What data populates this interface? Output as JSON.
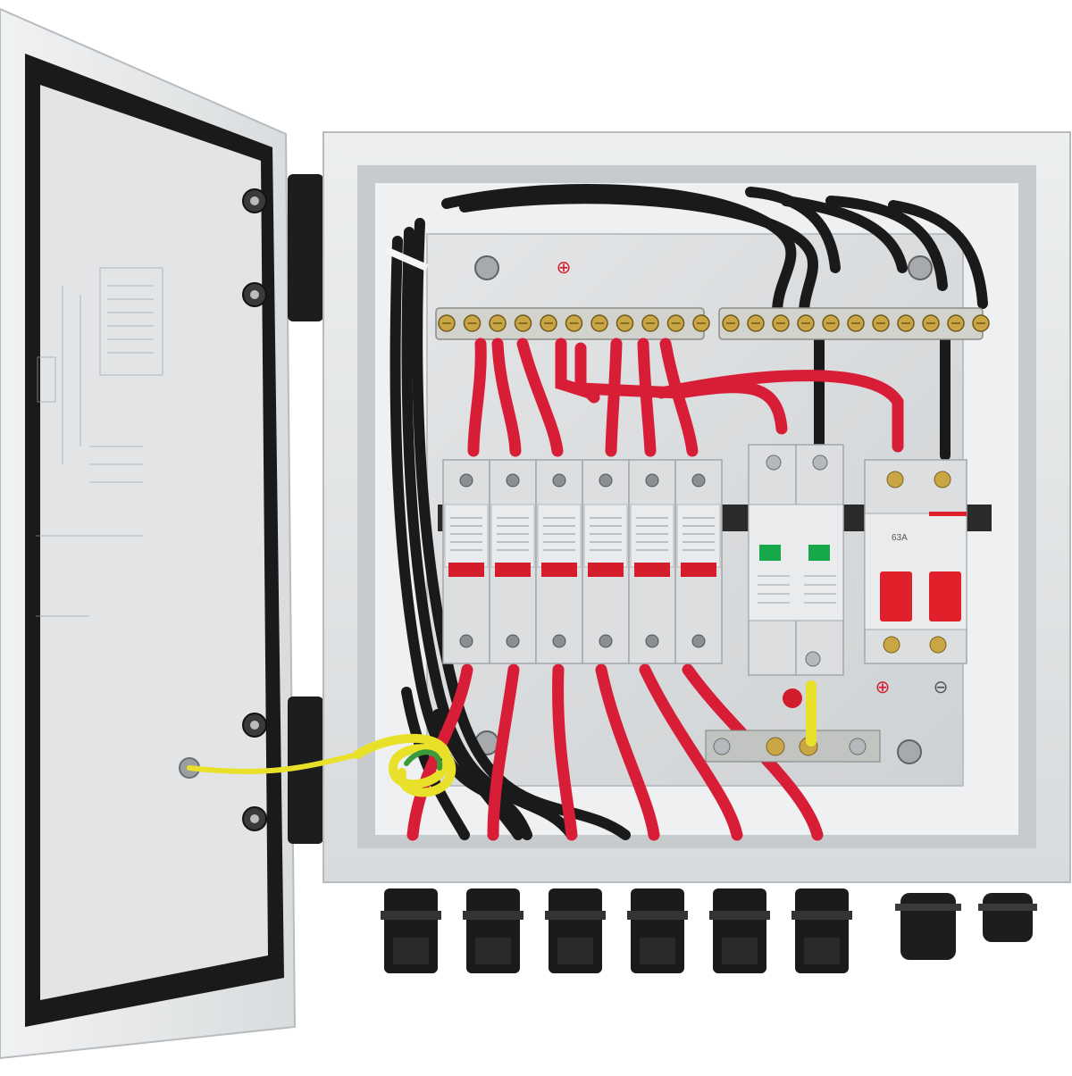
{
  "scene": {
    "colors": {
      "enclosure": "#e7e9ea",
      "enclosure_shade": "#c9ccce",
      "backplate": "#d7dadc",
      "door_panel": "#dfe1e3",
      "gasket": "#1c1c1c",
      "red_wire": "#d81e37",
      "black_cable": "#1a1a1a",
      "earth_wire": "#e9e02a",
      "earth_stripe": "#3c9a3a",
      "module": "#dcdee0",
      "fuse_window": "#d41c2b",
      "spd_window": "#17a84a",
      "breaker": "#e0212c",
      "brass": "#c9a544"
    },
    "fuse_holders": [
      {
        "label": "fuse-holder-1"
      },
      {
        "label": "fuse-holder-2"
      },
      {
        "label": "fuse-holder-3"
      },
      {
        "label": "fuse-holder-4"
      },
      {
        "label": "fuse-holder-5"
      },
      {
        "label": "fuse-holder-6"
      }
    ],
    "markings": {
      "positive_symbol": "⊕",
      "negative_symbol": "⊖",
      "breaker_rating": "63A"
    },
    "connectors_count": 6,
    "cable_glands_count": 2
  }
}
